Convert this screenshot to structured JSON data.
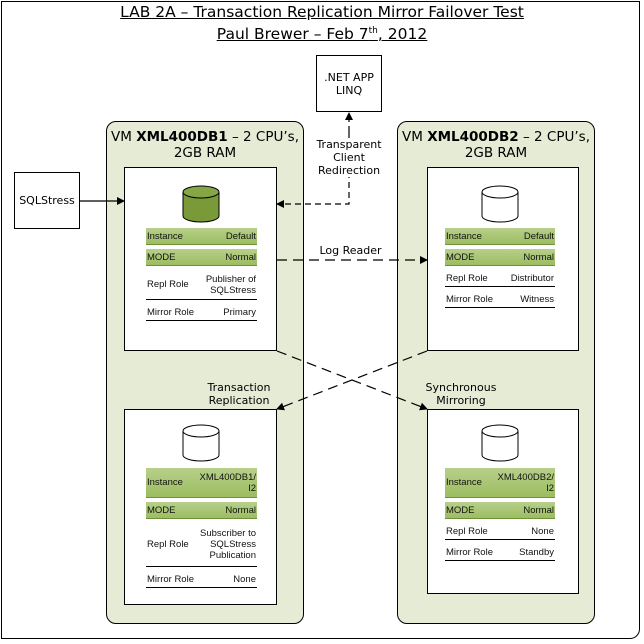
{
  "title": {
    "line1": "LAB 2A – Transaction Replication Mirror Failover Test",
    "line2_prefix": "Paul Brewer – Feb 7",
    "line2_sup": "th",
    "line2_suffix": ", 2012"
  },
  "colors": {
    "vm_fill": "#e6ebd6",
    "row_green": "#a9c774",
    "active_db": "#7a9a3a"
  },
  "external": {
    "sqlstress": "SQLStress",
    "app_line1": ".NET APP",
    "app_line2": "LINQ"
  },
  "vms": [
    {
      "prefix": "VM ",
      "name": "XML400DB1",
      "suffix": " – 2 CPU’s,",
      "line2": "2GB RAM"
    },
    {
      "prefix": "VM ",
      "name": "XML400DB2",
      "suffix": " – 2 CPU’s,",
      "line2": "2GB RAM"
    }
  ],
  "servers": [
    {
      "db_icon": "database-icon-active",
      "rows": [
        {
          "label": "Instance",
          "value": "Default"
        },
        {
          "label": "MODE",
          "value": "Normal"
        },
        {
          "label": "Repl Role",
          "value": "Publisher of SQLStress"
        },
        {
          "label": "Mirror Role",
          "value": "Primary"
        }
      ]
    },
    {
      "db_icon": "database-icon",
      "rows": [
        {
          "label": "Instance",
          "value": "Default"
        },
        {
          "label": "MODE",
          "value": "Normal"
        },
        {
          "label": "Repl Role",
          "value": "Distributor"
        },
        {
          "label": "Mirror Role",
          "value": "Witness"
        }
      ]
    },
    {
      "db_icon": "database-icon",
      "rows": [
        {
          "label": "Instance",
          "value": "XML400DB1/ I2"
        },
        {
          "label": "MODE",
          "value": "Normal"
        },
        {
          "label": "Repl Role",
          "value": "Subscriber to SQLStress Publication"
        },
        {
          "label": "Mirror Role",
          "value": "None"
        }
      ]
    },
    {
      "db_icon": "database-icon",
      "rows": [
        {
          "label": "Instance",
          "value": "XML400DB2/ I2"
        },
        {
          "label": "MODE",
          "value": "Normal"
        },
        {
          "label": "Repl Role",
          "value": "None"
        },
        {
          "label": "Mirror Role",
          "value": "Standby"
        }
      ]
    }
  ],
  "connectors": {
    "redirect_l1": "Transparent",
    "redirect_l2": "Client",
    "redirect_l3": "Redirection",
    "log_reader": "Log Reader",
    "trans_l1": "Transaction",
    "trans_l2": "Replication",
    "mirror_l1": "Synchronous",
    "mirror_l2": "Mirroring"
  }
}
